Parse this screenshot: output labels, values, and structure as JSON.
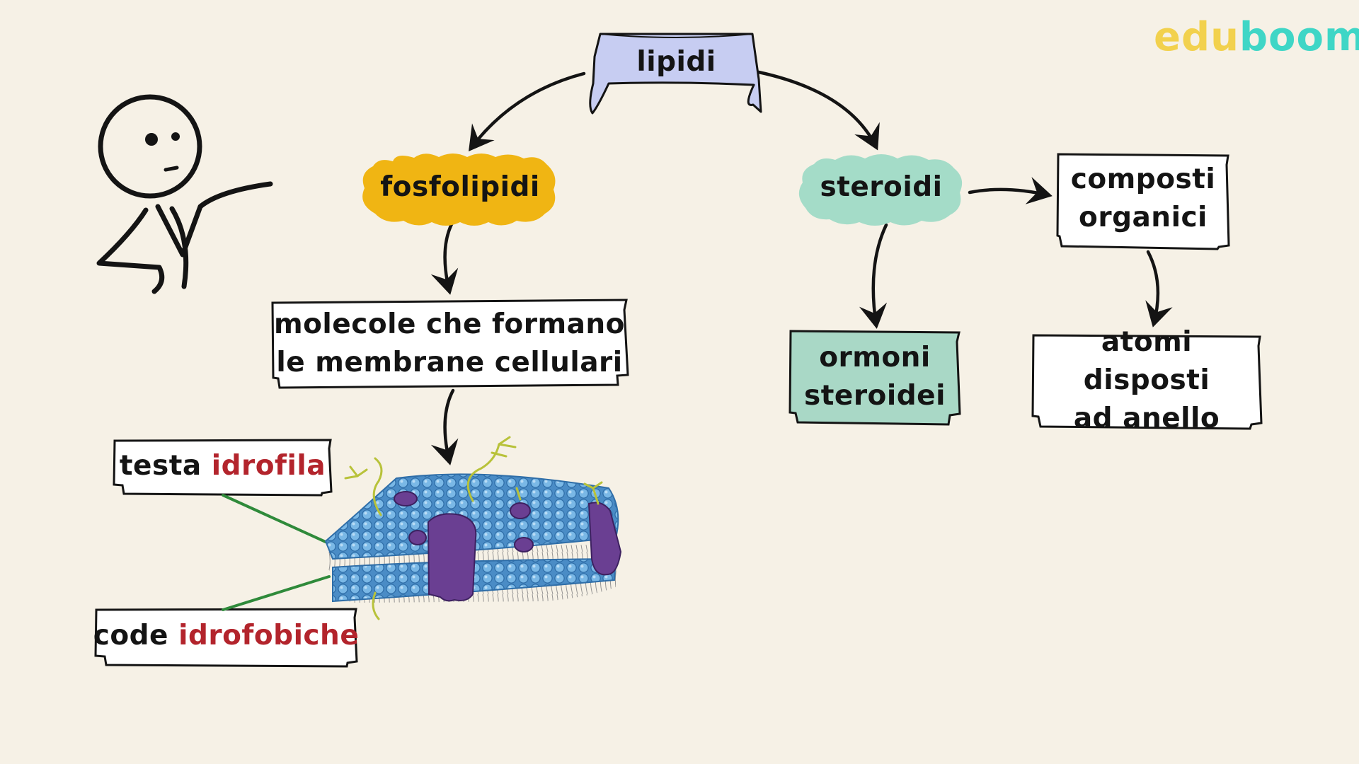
{
  "brand": {
    "logo_part1": "edu",
    "logo_part2": "boom",
    "color_part1": "#f2d14d",
    "color_part2": "#3fd6c6"
  },
  "concept_map": {
    "root": "lipidi",
    "left_branch": {
      "title": "fosfolipidi",
      "definition_line1": "molecole che formano",
      "definition_line2": "le membrane cellulari"
    },
    "right_branch": {
      "title": "steroidi",
      "related_line1": "composti",
      "related_line2": "organici",
      "example_line1": "ormoni",
      "example_line2": "steroidei",
      "structure_line1": "atomi disposti",
      "structure_line2": "ad anello"
    },
    "membrane_labels": {
      "head_prefix": "testa",
      "head_accent": "idrofila",
      "tail_prefix": "code",
      "tail_accent": "idrofobiche"
    }
  },
  "colors": {
    "root_fill": "#c7cdf2",
    "phospholipid_fill": "#f0b513",
    "steroid_fill": "#a4dcc8",
    "hormone_fill": "#a9d8c6",
    "membrane_head": "#5fa2d8",
    "protein": "#6a3f92",
    "leader_line": "#2f8a3a",
    "accent_text": "#b3242c"
  }
}
